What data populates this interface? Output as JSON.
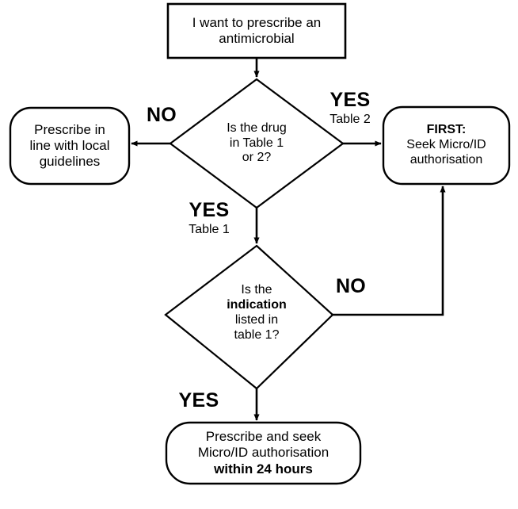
{
  "diagram": {
    "title": "Antimicrobial prescribing authorisation flowchart",
    "type": "flowchart",
    "stroke_color": "#000000",
    "fill_color": "#ffffff",
    "text_color": "#000000"
  },
  "nodes": {
    "start": {
      "shape": "rectangle",
      "lines": [
        {
          "text": "I want to prescribe an",
          "bold": false
        },
        {
          "text": "antimicrobial",
          "bold": false
        }
      ]
    },
    "local_guidelines": {
      "shape": "rounded-rectangle",
      "lines": [
        {
          "text": "Prescribe in",
          "bold": false
        },
        {
          "text": "line with local",
          "bold": false
        },
        {
          "text": "guidelines",
          "bold": false
        }
      ]
    },
    "drug_question": {
      "shape": "diamond",
      "lines": [
        {
          "text": "Is the ",
          "bold": false,
          "bold_tail": "drug"
        },
        {
          "text": "in Table 1",
          "bold": false
        },
        {
          "text": "or 2?",
          "bold": false
        }
      ]
    },
    "first_seek": {
      "shape": "rounded-rectangle",
      "lines": [
        {
          "text": "FIRST:",
          "bold": true
        },
        {
          "text": "Seek Micro/ID",
          "bold": false
        },
        {
          "text": "authorisation",
          "bold": false
        }
      ]
    },
    "indication_question": {
      "shape": "diamond",
      "lines": [
        {
          "text": "Is the",
          "bold": false
        },
        {
          "text": "indication",
          "bold": true
        },
        {
          "text": "listed in",
          "bold": false
        },
        {
          "text": "table 1?",
          "bold": false
        }
      ]
    },
    "final": {
      "shape": "rounded-rectangle",
      "lines": [
        {
          "text": "Prescribe and seek",
          "bold": false
        },
        {
          "text": "Micro/ID authorisation",
          "bold": false
        },
        {
          "text": "within 24 hours",
          "bold": true
        }
      ]
    }
  },
  "edge_labels": {
    "no_drug": {
      "main": "NO",
      "sub": ""
    },
    "yes_table2": {
      "main": "YES",
      "sub": "Table 2"
    },
    "yes_table1": {
      "main": "YES",
      "sub": "Table 1"
    },
    "no_indication": {
      "main": "NO",
      "sub": ""
    },
    "yes_final": {
      "main": "YES",
      "sub": ""
    }
  },
  "edges": [
    {
      "from": "start",
      "to": "drug_question",
      "label": ""
    },
    {
      "from": "drug_question",
      "to": "local_guidelines",
      "label": "NO"
    },
    {
      "from": "drug_question",
      "to": "first_seek",
      "label": "YES Table 2"
    },
    {
      "from": "drug_question",
      "to": "indication_question",
      "label": "YES Table 1"
    },
    {
      "from": "indication_question",
      "to": "first_seek",
      "label": "NO"
    },
    {
      "from": "indication_question",
      "to": "final",
      "label": "YES"
    }
  ]
}
